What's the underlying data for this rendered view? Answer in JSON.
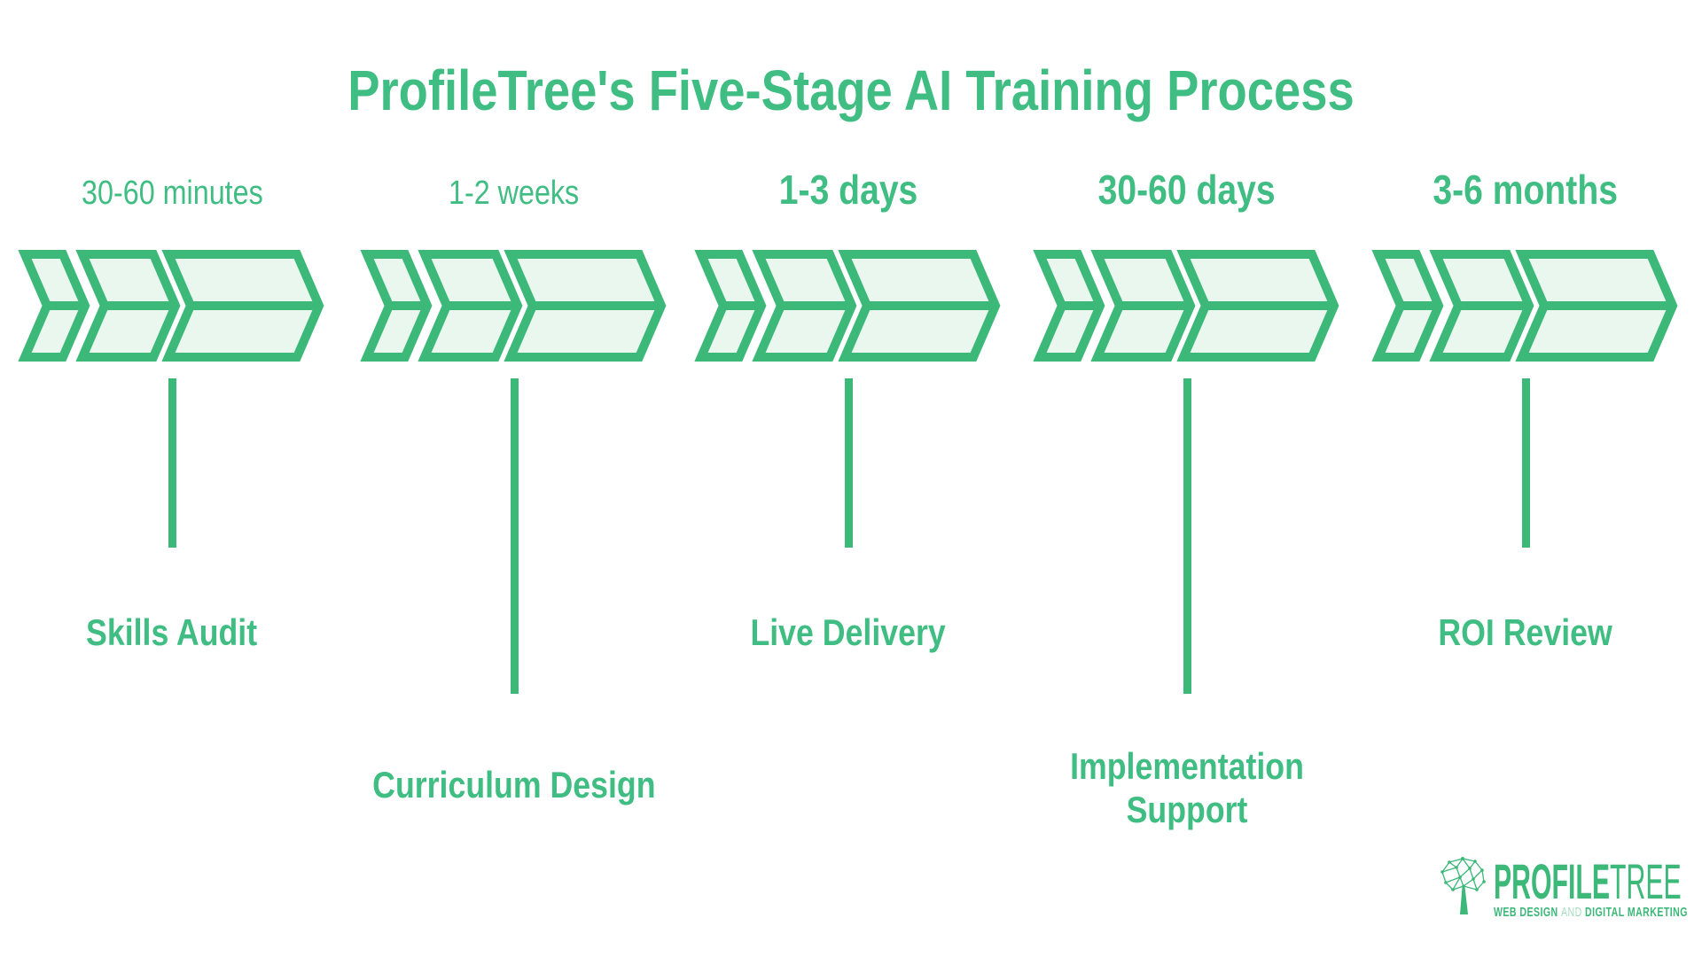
{
  "title": "ProfileTree's Five-Stage AI Training Process",
  "stages": [
    {
      "duration": "30-60 minutes",
      "duration_emphasis": false,
      "label": "Skills Audit",
      "connector": "short"
    },
    {
      "duration": "1-2 weeks",
      "duration_emphasis": false,
      "label": "Curriculum Design",
      "connector": "long"
    },
    {
      "duration": "1-3 days",
      "duration_emphasis": true,
      "label": "Live Delivery",
      "connector": "short"
    },
    {
      "duration": "30-60 days",
      "duration_emphasis": true,
      "label": "Implementation Support",
      "connector": "long"
    },
    {
      "duration": "3-6 months",
      "duration_emphasis": true,
      "label": "ROI Review",
      "connector": "short"
    }
  ],
  "logo": {
    "brand_bold": "PROFILE",
    "brand_light": "TREE",
    "tagline_segment_1": "WEB DESIGN",
    "tagline_segment_2": "AND",
    "tagline_segment_3": "DIGITAL MARKETING"
  },
  "colors": {
    "accent_green": "#3cb878",
    "text_green": "#3fbd82",
    "shape_fill": "#e9f7ef",
    "tagline_and_green": "#a5dcc0",
    "background": "#ffffff"
  }
}
